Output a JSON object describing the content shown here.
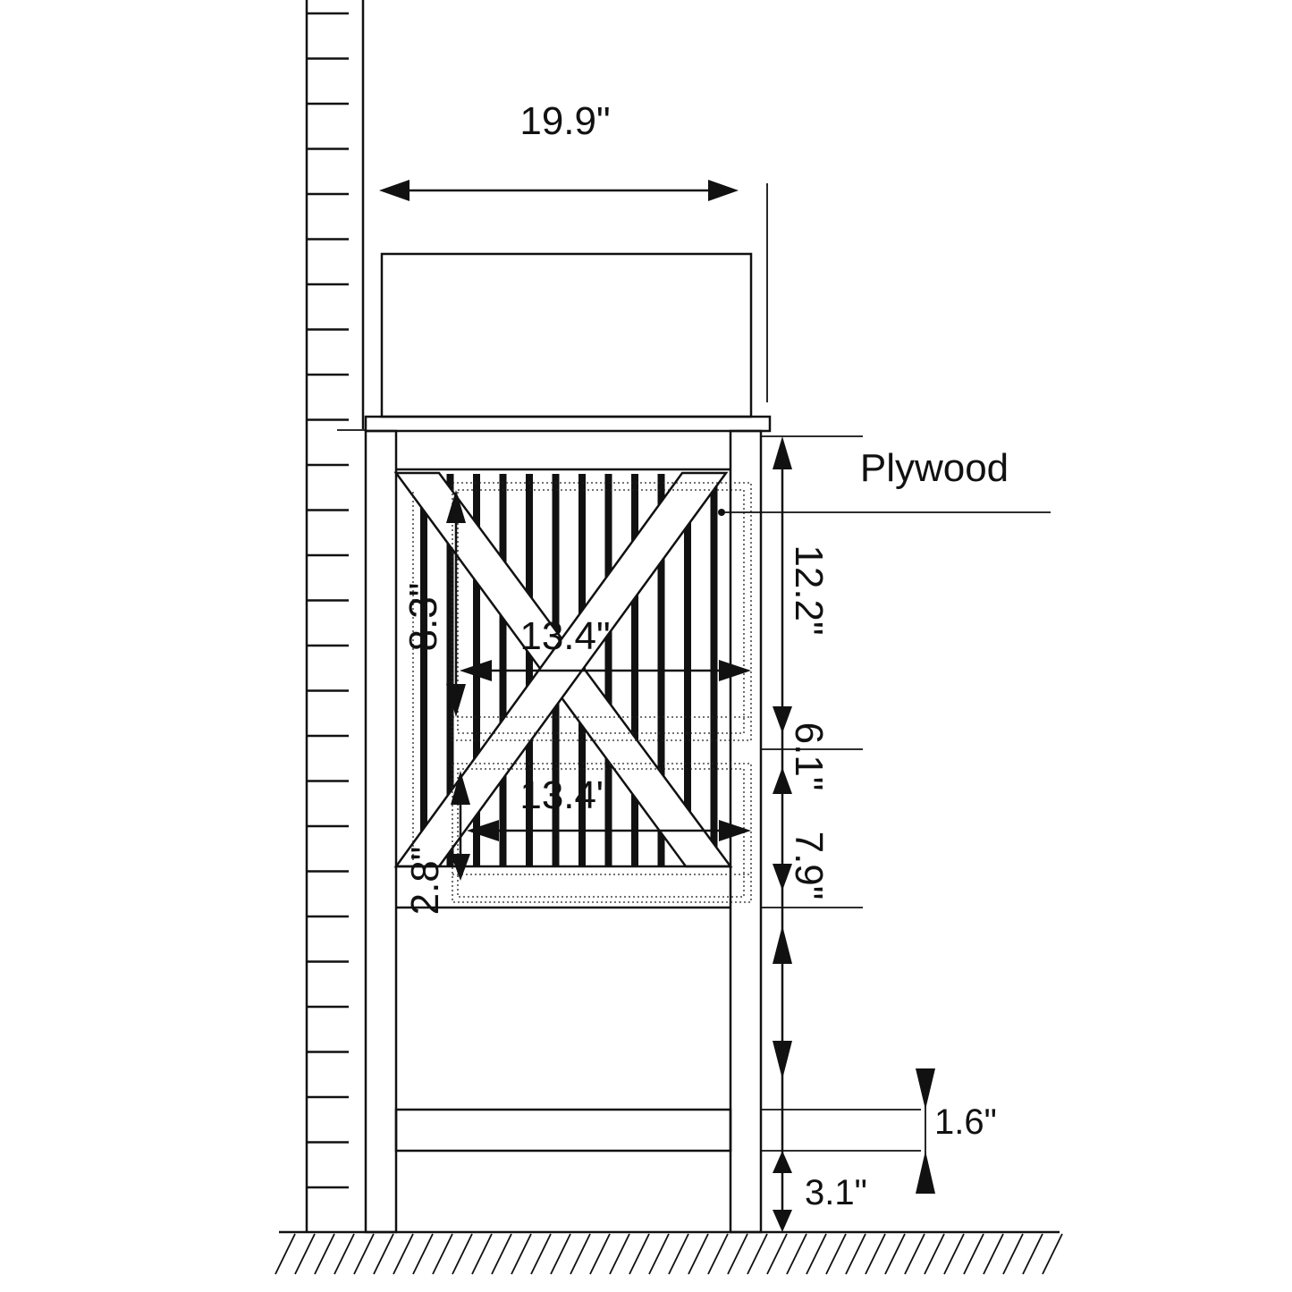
{
  "diagram": {
    "labels": {
      "top_width": "19.9\"",
      "plywood": "Plywood",
      "height_upper": "12.2\"",
      "height_middle": "6.1\"",
      "height_lower": "7.9\"",
      "drawer_height": "8.3\"",
      "drawer_width_upper": "13.4\"",
      "drawer_width_lower": "13.4\"",
      "drawer_height_lower": "2.8\"",
      "stretcher_height": "1.6\"",
      "stretcher_clearance": "3.1\""
    }
  }
}
